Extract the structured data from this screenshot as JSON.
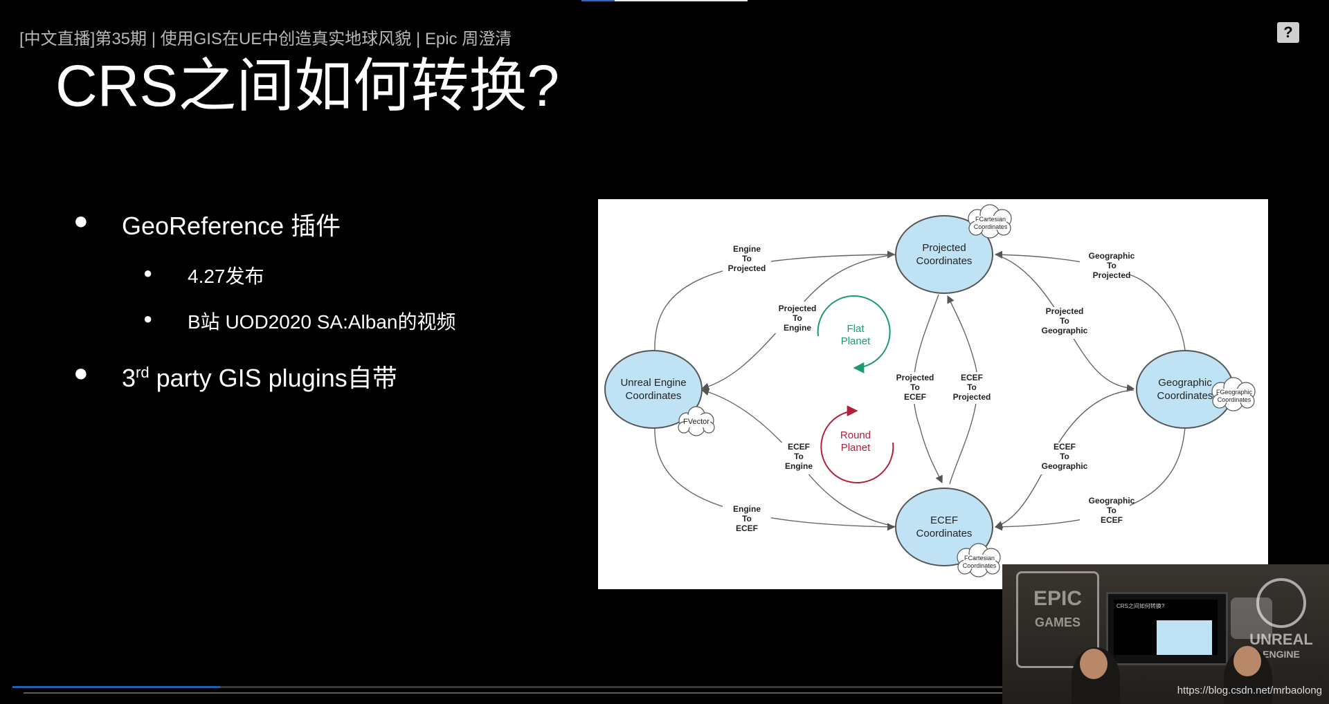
{
  "video": {
    "title": "[中文直播]第35期 | 使用GIS在UE中创造真实地球风貌 | Epic 周澄清",
    "help_label": "?",
    "watermark": "https://blog.csdn.net/mrbaolong",
    "progress": 0.21
  },
  "slide": {
    "title": "CRS之间如何转换?",
    "bullets": {
      "b1": "GeoReference 插件",
      "b1_sub1": "4.27发布",
      "b1_sub2": "B站 UOD2020 SA:Alban的视频",
      "b2_prefix": "3",
      "b2_sup": "rd",
      "b2_rest": " party GIS plugins自带",
      "dot": "●"
    }
  },
  "diagram": {
    "nodes": {
      "unreal": [
        "Unreal Engine",
        "Coordinates"
      ],
      "projected": [
        "Projected",
        "Coordinates"
      ],
      "geographic": [
        "Geographic",
        "Coordinates"
      ],
      "ecef": [
        "ECEF",
        "Coordinates"
      ]
    },
    "clouds": {
      "fvector": "FVector",
      "fcartesian_top": [
        "FCartesian",
        "Coordinates"
      ],
      "fgeographic": [
        "FGeographic",
        "Coordinates"
      ],
      "fcartesian_bottom": [
        "FCartesian",
        "Coordinates"
      ]
    },
    "edges": {
      "engine_to_projected": [
        "Engine",
        "To",
        "Projected"
      ],
      "projected_to_engine": [
        "Projected",
        "To",
        "Engine"
      ],
      "geographic_to_projected": [
        "Geographic",
        "To",
        "Projected"
      ],
      "projected_to_geographic": [
        "Projected",
        "To",
        "Geographic"
      ],
      "projected_to_ecef": [
        "Projected",
        "To",
        "ECEF"
      ],
      "ecef_to_projected": [
        "ECEF",
        "To",
        "Projected"
      ],
      "ecef_to_engine": [
        "ECEF",
        "To",
        "Engine"
      ],
      "engine_to_ecef": [
        "Engine",
        "To",
        "ECEF"
      ],
      "ecef_to_geographic": [
        "ECEF",
        "To",
        "Geographic"
      ],
      "geographic_to_ecef": [
        "Geographic",
        "To",
        "ECEF"
      ]
    },
    "flat_planet": [
      "Flat",
      "Planet"
    ],
    "round_planet": [
      "Round",
      "Planet"
    ],
    "colors": {
      "node_fill": "#bfe3f5",
      "flat": "#1a9a70",
      "round": "#b0203a"
    }
  },
  "pip": {
    "epic_logo": [
      "EPIC",
      "GAMES"
    ],
    "ue_logo": [
      "UNREAL",
      "ENGINE"
    ],
    "screen_title": "CRS之间如何转换?"
  }
}
